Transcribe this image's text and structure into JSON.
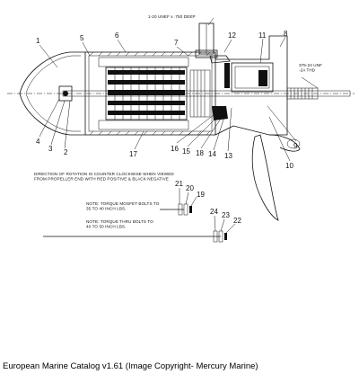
{
  "labels": {
    "bolt_spec_top": "1-20 UNEF x .750 DEEP",
    "thread_spec_right": "375-24 UNF\n-2A THD",
    "rotation_note": "DIRECTION OF ROTATION IS COUNTER CLOCKWISE WHEN VIEWED\nFROM PROPELLER END WITH RED POSITIVE & BLACK NEGATIVE",
    "note_mosfet": "NOTE: TORQUE MOSFET BOLTS TO\n35 TO 40 INCH LBS.",
    "note_thru": "NOTE: TORQUE THRU BOLTS TO\n40 TO 50 INCH LBS."
  },
  "parts": [
    "1",
    "2",
    "3",
    "4",
    "5",
    "6",
    "7",
    "8",
    "9",
    "10",
    "11",
    "12",
    "13",
    "14",
    "15",
    "16",
    "17",
    "18",
    "19",
    "20",
    "21",
    "22",
    "23",
    "24"
  ],
  "caption": "European Marine Catalog v1.61 (Image Copyright- Mercury Marine)"
}
